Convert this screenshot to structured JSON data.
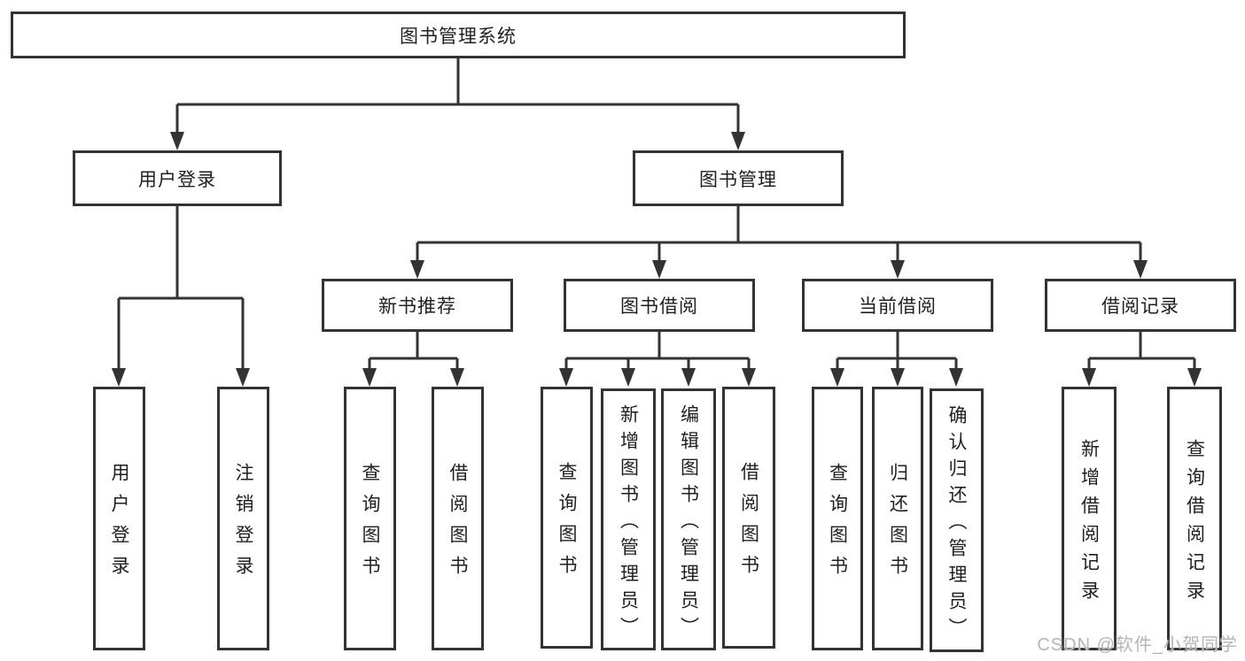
{
  "diagram": {
    "title": "图书管理系统",
    "watermark": "CSDN @软件_小贺同学",
    "colors": {
      "line": "#333333",
      "text": "#1f1f1f",
      "watermark": "#b5b5b5",
      "background": "#ffffff"
    },
    "tree": {
      "label": "图书管理系统",
      "children": [
        {
          "label": "用户登录",
          "children": [
            {
              "label": "用户登录"
            },
            {
              "label": "注销登录"
            }
          ]
        },
        {
          "label": "图书管理",
          "children": [
            {
              "label": "新书推荐",
              "children": [
                {
                  "label": "查询图书"
                },
                {
                  "label": "借阅图书"
                }
              ]
            },
            {
              "label": "图书借阅",
              "children": [
                {
                  "label": "查询图书"
                },
                {
                  "label": "新增图书（管理员）"
                },
                {
                  "label": "编辑图书（管理员）"
                },
                {
                  "label": "借阅图书"
                }
              ]
            },
            {
              "label": "当前借阅",
              "children": [
                {
                  "label": "查询图书"
                },
                {
                  "label": "归还图书"
                },
                {
                  "label": "确认归还（管理员）"
                }
              ]
            },
            {
              "label": "借阅记录",
              "children": [
                {
                  "label": "新增借阅记录"
                },
                {
                  "label": "查询借阅记录"
                }
              ]
            }
          ]
        }
      ]
    }
  }
}
